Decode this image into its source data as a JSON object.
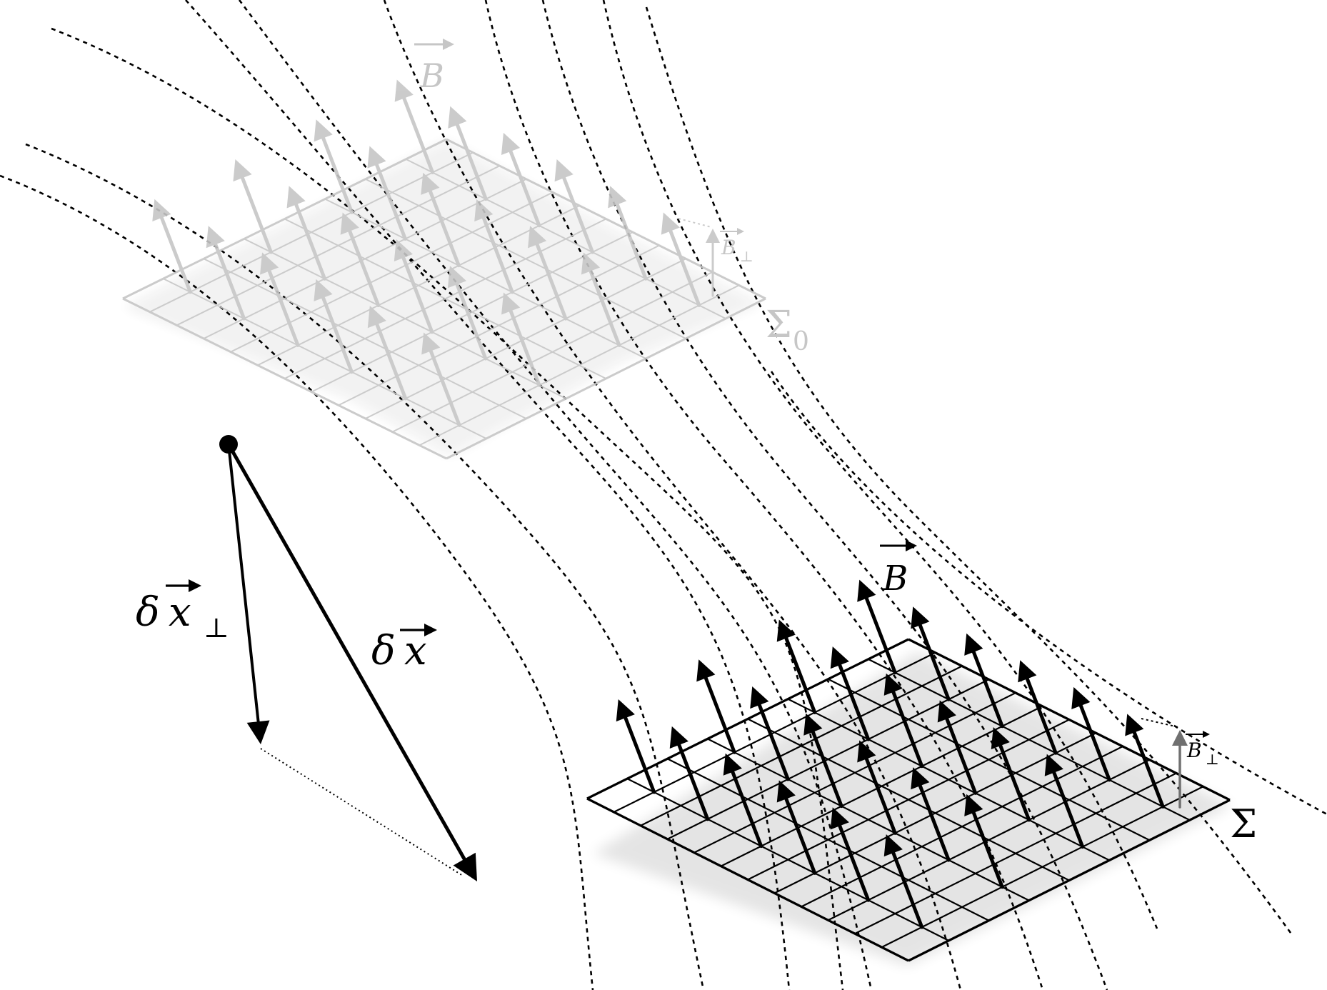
{
  "labels": {
    "b_top": "B",
    "b_perp_top": "B",
    "b_perp_top_sub": "⊥",
    "sigma0": "Σ",
    "sigma0_sub": "0",
    "b_bottom": "B",
    "b_perp_bottom": "B",
    "b_perp_bottom_sub": "⊥",
    "sigma": "Σ",
    "dx_perp_delta": "δ",
    "dx_perp_x": "x",
    "dx_perp_sub": "⊥",
    "dx_delta": "δ",
    "dx_x": "x"
  },
  "colors": {
    "ink": "#000000",
    "faded": "#c6c6c6",
    "perp_arrow_bottom": "#707070"
  }
}
